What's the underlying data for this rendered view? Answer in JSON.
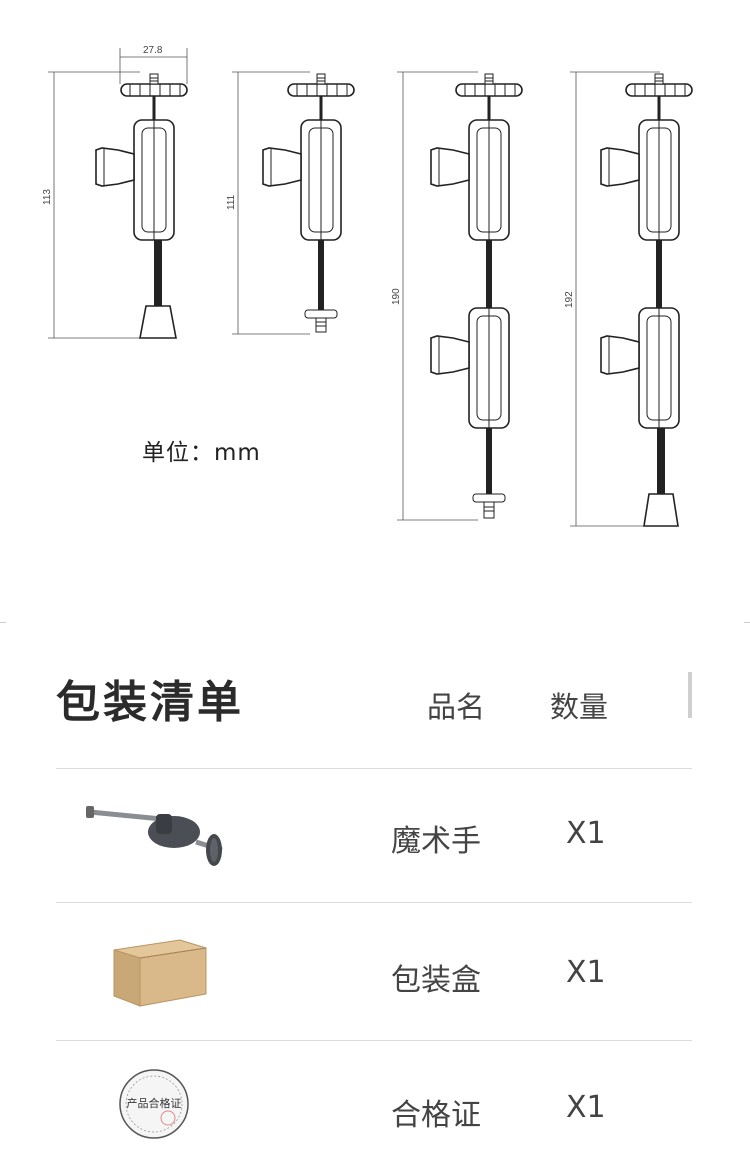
{
  "drawing": {
    "dimensions": {
      "width_label": "27.8",
      "heights": [
        "113",
        "111",
        "190",
        "192"
      ]
    },
    "unit_label": "单位：mm"
  },
  "packing_list": {
    "title": "包装清单",
    "headers": {
      "name": "品名",
      "quantity": "数量"
    },
    "items": [
      {
        "name": "魔术手",
        "quantity": "X1",
        "icon": "magic-arm-icon"
      },
      {
        "name": "包装盒",
        "quantity": "X1",
        "icon": "box-icon"
      },
      {
        "name": "合格证",
        "quantity": "X1",
        "icon": "certificate-icon"
      }
    ],
    "certificate_stamp_text": "产品合格证"
  },
  "colors": {
    "line": "#222222",
    "text": "#444444",
    "divider": "#dcdcdc",
    "box": "#d2b48c"
  }
}
